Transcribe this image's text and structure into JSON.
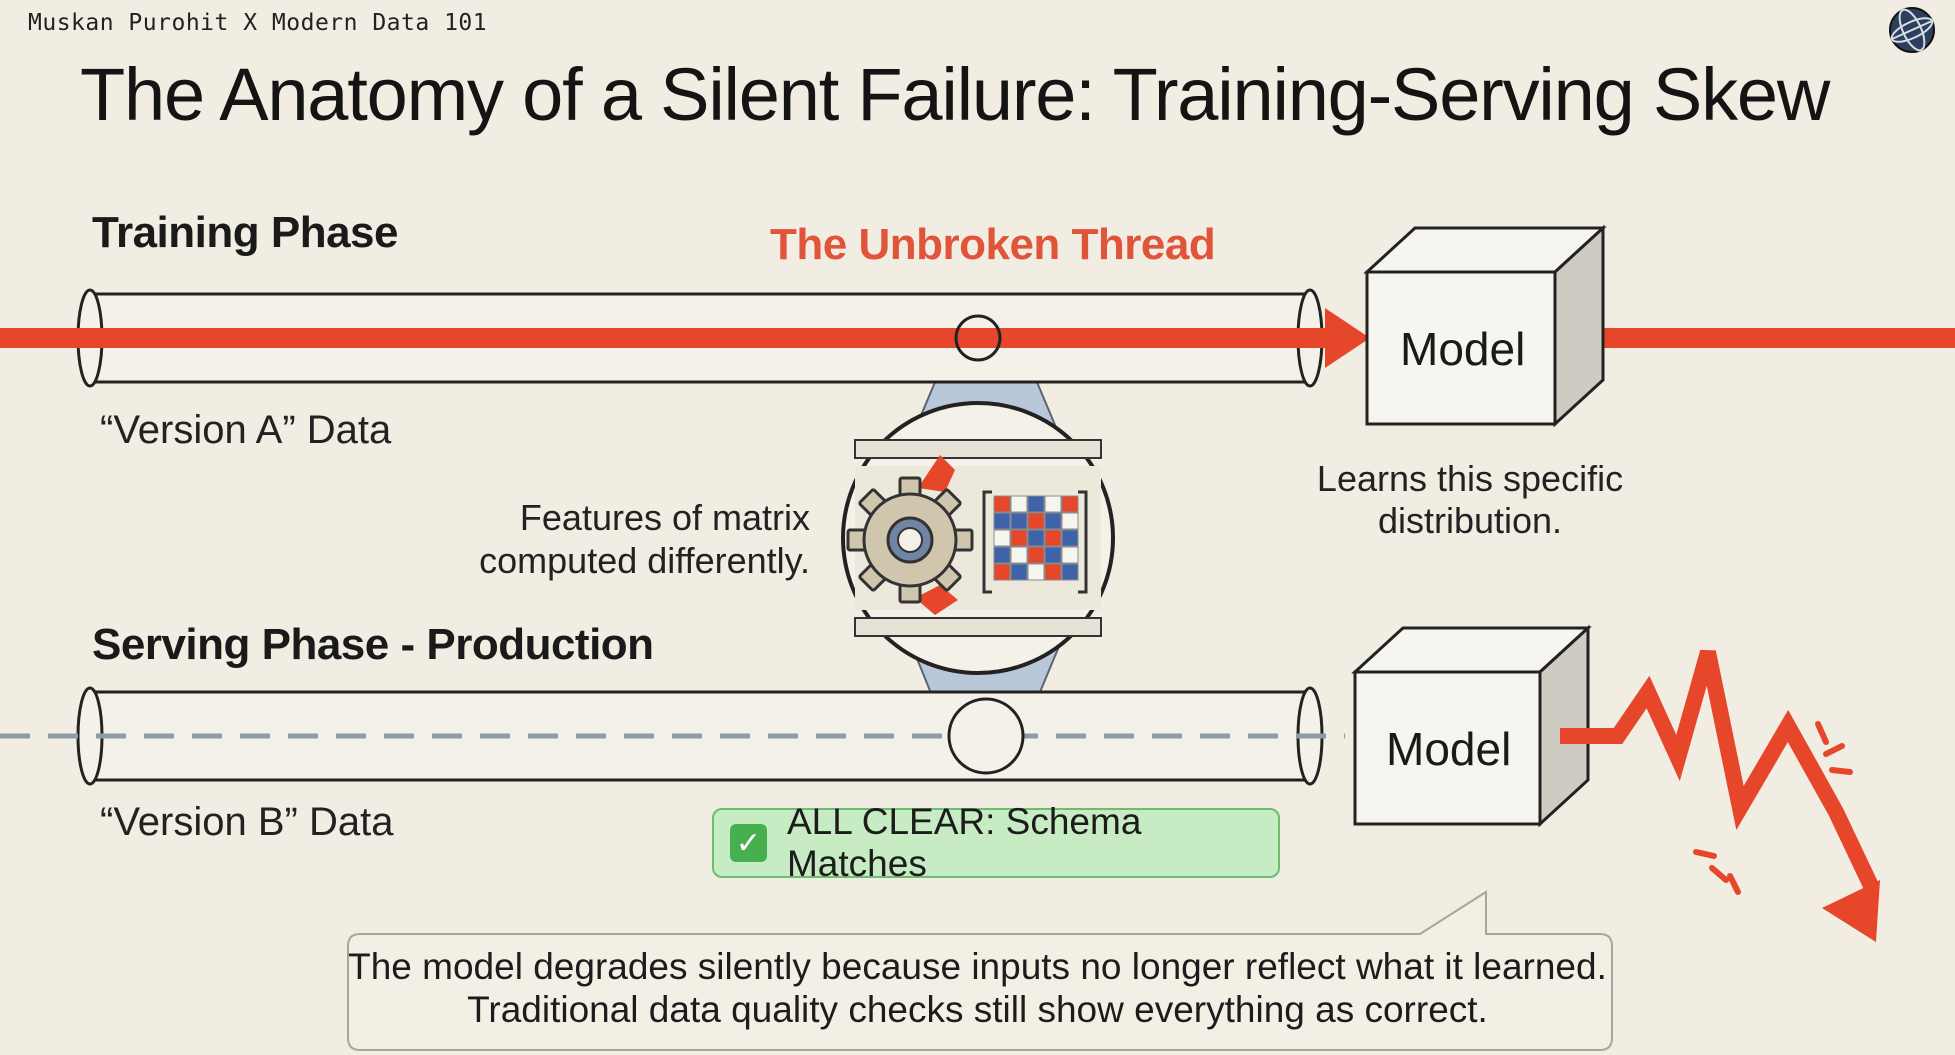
{
  "credit": "Muskan Purohit X Modern Data 101",
  "title": "The Anatomy of a Silent Failure: Training-Serving Skew",
  "training": {
    "phase_label": "Training Phase",
    "thread_label": "The Unbroken Thread",
    "data_label": "“Version A” Data",
    "model_label": "Model",
    "model_note_lines": [
      "Learns this specific",
      "distribution."
    ]
  },
  "magnifier": {
    "note_lines": [
      "Features of matrix",
      "computed differently."
    ]
  },
  "serving": {
    "phase_label": "Serving Phase - Production",
    "data_label": "“Version B” Data",
    "model_label": "Model",
    "badge_text": "ALL CLEAR: Schema Matches"
  },
  "callout": {
    "lines": [
      "The model degrades silently because inputs no longer reflect what it learned.",
      "Traditional data quality checks still show everything as correct."
    ]
  },
  "colors": {
    "background": "#f1ede2",
    "thread_red": "#e6472b",
    "dashed_gray": "#8e9aa7",
    "magnifier_blue": "#b9c8d8",
    "badge_green": "#c7ebc2",
    "check_green": "#45b04d"
  },
  "icons": [
    "globe-icon",
    "gear-icon",
    "matrix-icon",
    "checkbox-icon",
    "degrading-arrow-icon"
  ]
}
